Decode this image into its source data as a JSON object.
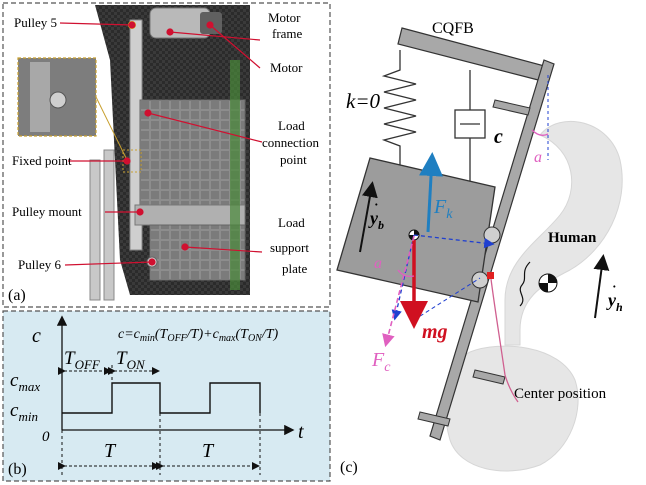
{
  "panel_a": {
    "tag": "(a)",
    "labels": {
      "pulley5": "Pulley 5",
      "motor_frame_1": "Motor",
      "motor_frame_2": "frame",
      "motor": "Motor",
      "load_conn_1": "Load",
      "load_conn_2": "connection",
      "load_conn_3": "point",
      "fixed_point": "Fixed point",
      "pulley_mount": "Pulley mount",
      "pulley6": "Pulley 6",
      "load_support_1": "Load",
      "load_support_2": "support",
      "load_support_3": "plate"
    }
  },
  "panel_b": {
    "tag": "(b)",
    "c_axis": "c",
    "t_axis": "t",
    "c_max_base": "c",
    "c_max_sub": "max",
    "c_min_base": "c",
    "c_min_sub": "min",
    "zero": "0",
    "t_off_base": "T",
    "t_off_sub": "OFF",
    "t_on_base": "T",
    "t_on_sub": "ON",
    "t_period_1": "T",
    "t_period_2": "T",
    "formula": {
      "lhs": "c=",
      "p1": "c",
      "p1_sub": "min",
      "p2": "(T",
      "p2_sub": "OFF",
      "p3": "/T)+",
      "p4": "c",
      "p4_sub": "max",
      "p5": "(T",
      "p5_sub": "ON",
      "p6": "/T)"
    }
  },
  "panel_c": {
    "tag": "(c)",
    "cqfb": "CQFB",
    "k_label": "k=0",
    "c_label": "c",
    "fk_base": "F",
    "fk_sub": "k",
    "yb_base": "y",
    "yb_sub": "b",
    "alpha1": "a",
    "alpha2": "a",
    "mg": "mg",
    "fc_base": "F",
    "fc_sub": "c",
    "human": "Human",
    "yh_base": "y",
    "yh_sub": "h",
    "center": "Center position"
  },
  "colors": {
    "panel_b_bg": "#d7eaf2",
    "force_fk": "#1f7fc1",
    "force_mg": "#d01020",
    "force_fc": "#e060c0",
    "dashed_blue": "#2040d0",
    "marker_red": "#e02020"
  }
}
